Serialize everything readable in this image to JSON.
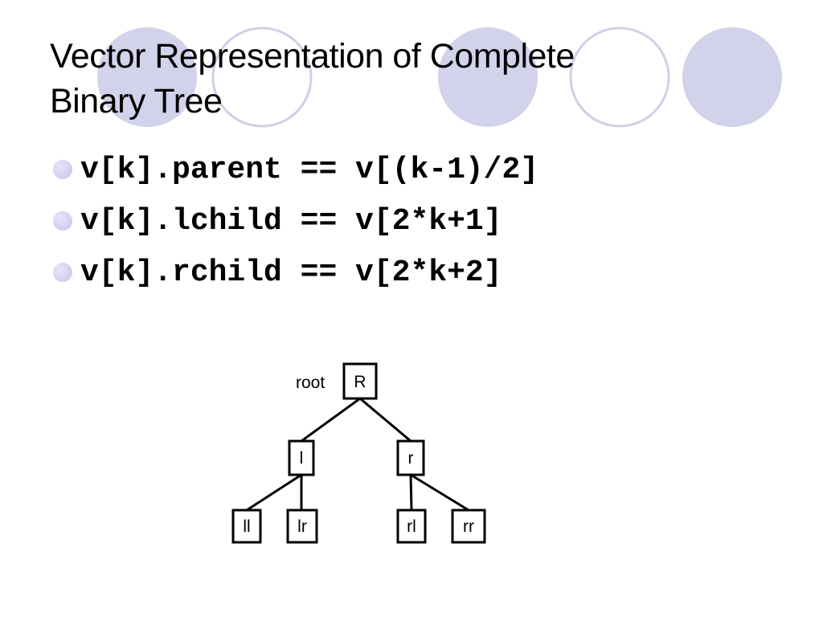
{
  "slide": {
    "title_line1": "Vector Representation of Complete",
    "title_line2": "Binary Tree",
    "bullets": [
      "v[k].parent == v[(k-1)/2]",
      "v[k].lchild == v[2*k+1]",
      "v[k].rchild == v[2*k+2]"
    ]
  },
  "tree": {
    "root_label": "root",
    "nodes": {
      "R": "R",
      "l": "l",
      "r": "r",
      "ll": "ll",
      "lr": "lr",
      "rl": "rl",
      "rr": "rr"
    }
  },
  "colors": {
    "circle_fill": "#d2d2ea",
    "circle_outline": "#cfcfe6",
    "bullet": "#c8c8ec",
    "text": "#000000"
  }
}
